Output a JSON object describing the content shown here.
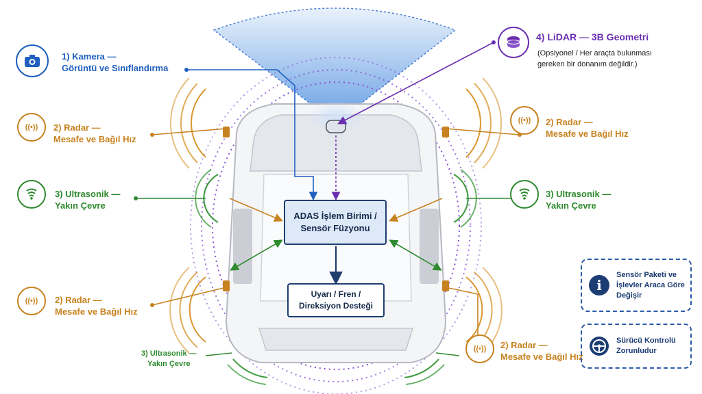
{
  "camera": {
    "line1": "1) Kamera —",
    "line2": "Görüntü ve Sınıflandırma",
    "icon": "camera-icon",
    "color": "#1f5fbf"
  },
  "lidar": {
    "title": "4) LiDAR — 3B Geometri",
    "note1": "(Opsiyonel / Her araçta bulunması",
    "note2": "gereken bir donanım değildir.)",
    "icon": "lidar-icon",
    "color": "#6a2fb0"
  },
  "radar_front_left": {
    "line1": "2) Radar —",
    "line2": "Mesafe ve Bağıl Hız",
    "icon": "radar-icon"
  },
  "radar_front_right": {
    "line1": "2) Radar —",
    "line2": "Mesafe ve Bağıl Hız",
    "icon": "radar-icon"
  },
  "radar_rear_left": {
    "line1": "2) Radar —",
    "line2": "Mesafe ve Bağıl Hız",
    "icon": "radar-icon"
  },
  "radar_rear_right": {
    "line1": "2) Radar —",
    "line2": "Mesafe ve Bağıl Hız",
    "icon": "radar-icon"
  },
  "ultrasonic_left": {
    "line1": "3) Ultrasonik —",
    "line2": "Yakın Çevre",
    "icon": "ultrasonic-icon"
  },
  "ultrasonic_right": {
    "line1": "3) Ultrasonik —",
    "line2": "Yakın Çevre",
    "icon": "ultrasonic-icon"
  },
  "ultrasonic_rear": {
    "line1": "3) Ultrasonik —",
    "line2": "Yakın Çevre"
  },
  "adas": {
    "line1": "ADAS İşlem Birimi /",
    "line2": "Sensör Füzyonu"
  },
  "output": {
    "line1": "Uyarı / Fren /",
    "line2": "Direksiyon Desteği"
  },
  "info_box": {
    "line1": "Sensör Paketi ve",
    "line2": "İşlevler Araca Göre",
    "line3": "Değişir",
    "icon": "info-icon"
  },
  "driver_box": {
    "line1": "Sürücü Kontrolü",
    "line2": "Zorunludur",
    "icon": "steering-wheel-icon"
  },
  "colors": {
    "radar": "#c7821f",
    "ultrasonic": "#2f8a2f",
    "box_border": "#1f3e6e",
    "dashed_border": "#2b5aa8"
  }
}
